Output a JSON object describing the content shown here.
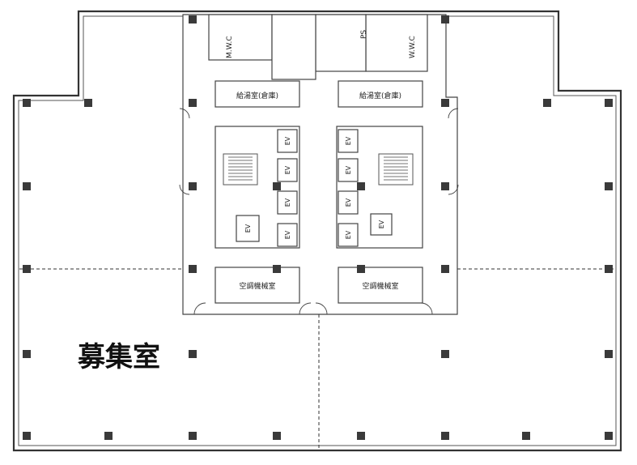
{
  "plan": {
    "room_name": "募集室",
    "labels": {
      "restroom_left": "M.W.C",
      "restroom_right": "W.W.C",
      "elevator": "EV",
      "room_top_left": "給湯室(倉庫)",
      "room_top_right": "給湯室(倉庫)",
      "room_bottom_left": "空調機械室",
      "room_bottom_right": "空調機械室",
      "top_center_room": "PS"
    }
  }
}
